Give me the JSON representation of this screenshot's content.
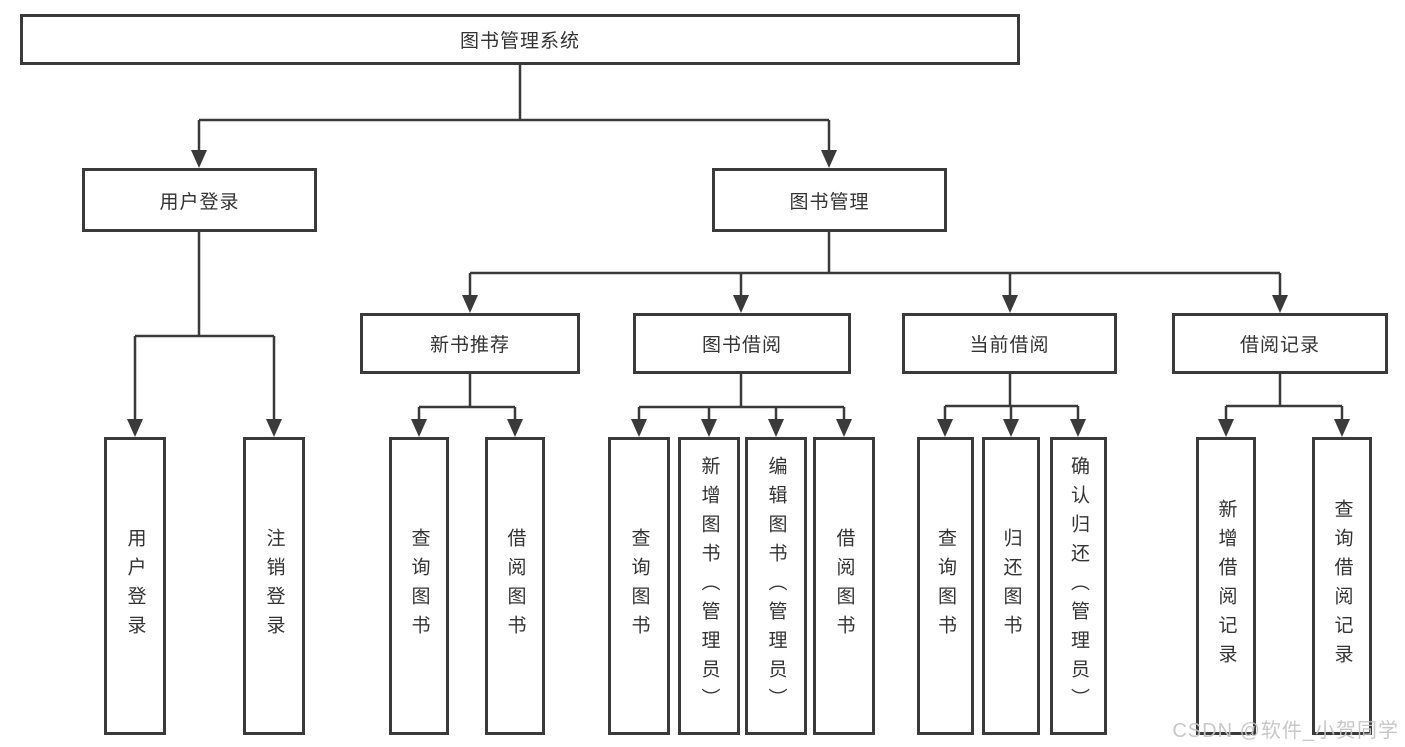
{
  "diagram": {
    "root": {
      "label": "图书管理系统"
    },
    "level1": {
      "user_login": {
        "label": "用户登录"
      },
      "book_management": {
        "label": "图书管理"
      }
    },
    "level2": {
      "new_book_recommend": {
        "label": "新书推荐"
      },
      "book_borrowing": {
        "label": "图书借阅"
      },
      "current_borrowing": {
        "label": "当前借阅"
      },
      "borrowing_records": {
        "label": "借阅记录"
      }
    },
    "leaves": {
      "user_login": [
        "用户登录",
        "注销登录"
      ],
      "new_book_recommend": [
        "查询图书",
        "借阅图书"
      ],
      "book_borrowing": [
        "查询图书",
        "新增图书（管理员）",
        "编辑图书（管理员）",
        "借阅图书"
      ],
      "current_borrowing": [
        "查询图书",
        "归还图书",
        "确认归还（管理员）"
      ],
      "borrowing_records": [
        "新增借阅记录",
        "查询借阅记录"
      ]
    }
  },
  "watermark": {
    "text": "CSDN @软件_小贺同学"
  },
  "colors": {
    "line": "#3a3a3a",
    "text": "#333333",
    "watermark": "#c4c4c4",
    "background": "#ffffff"
  }
}
